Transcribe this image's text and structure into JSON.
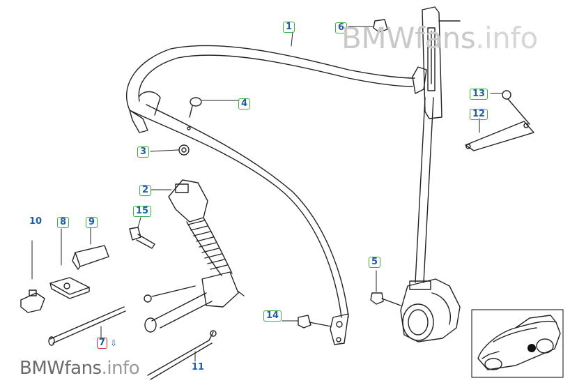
{
  "watermark": {
    "brand": "BMWfans",
    "suffix": ".info"
  },
  "callouts": [
    {
      "id": "1",
      "label": "1",
      "boxed": true
    },
    {
      "id": "2",
      "label": "2",
      "boxed": true
    },
    {
      "id": "3",
      "label": "3",
      "boxed": true
    },
    {
      "id": "4",
      "label": "4",
      "boxed": true
    },
    {
      "id": "5",
      "label": "5",
      "boxed": true
    },
    {
      "id": "6",
      "label": "6",
      "boxed": true
    },
    {
      "id": "7",
      "label": "7",
      "boxed": "red"
    },
    {
      "id": "8",
      "label": "8",
      "boxed": true
    },
    {
      "id": "9",
      "label": "9",
      "boxed": true
    },
    {
      "id": "10",
      "label": "10",
      "boxed": false
    },
    {
      "id": "11",
      "label": "11",
      "boxed": false
    },
    {
      "id": "12",
      "label": "12",
      "boxed": true
    },
    {
      "id": "13",
      "label": "13",
      "boxed": true
    },
    {
      "id": "14",
      "label": "14",
      "boxed": true
    },
    {
      "id": "15",
      "label": "15",
      "boxed": true
    }
  ],
  "icons": {
    "down_arrow": "⇩"
  },
  "colors": {
    "callout_text": "#1f5fa0",
    "callout_box": "#3cb043",
    "highlight_box": "#dd2222"
  }
}
